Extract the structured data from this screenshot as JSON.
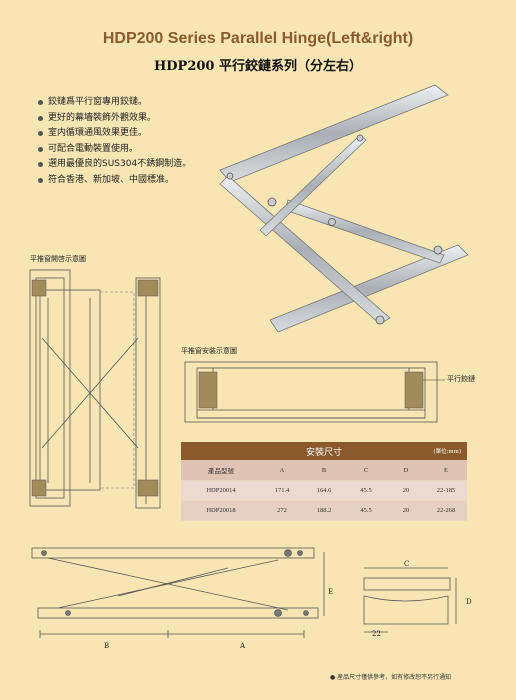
{
  "title": {
    "en": "HDP200 Series Parallel Hinge(Left&right)",
    "zh": "HDP200 平行鉸鏈系列（分左右）"
  },
  "features": [
    "鉸鏈爲平行窗專用鉸鏈。",
    "更好的幕墻裝飾外觀效果。",
    "室内循環通風效果更佳。",
    "可配合電動裝置使用。",
    "選用最優良的SUS304不銹鋼制造。",
    "符合香港、新加坡、中國標准。"
  ],
  "diagram_labels": {
    "open_diagram": "平推窗開啓示意圖",
    "install_diagram": "平推窗安裝示意圖",
    "hinge_callout": "平行鉸鏈"
  },
  "spec": {
    "title": "安裝尺寸",
    "unit": "(單位:mm)",
    "columns": [
      "產品型號",
      "A",
      "B",
      "C",
      "D",
      "E"
    ],
    "rows": [
      [
        "HDP20014",
        "171.4",
        "164.6",
        "45.5",
        "20",
        "22-185"
      ],
      [
        "HDP20018",
        "272",
        "188.2",
        "45.5",
        "20",
        "22-268"
      ]
    ]
  },
  "dimension_labels": {
    "a": "A",
    "b": "B",
    "c": "C",
    "d": "D",
    "e": "E",
    "twentytwo": "22"
  },
  "note": "● 産品尺寸僅供參考，如有修改恕不另行通知"
}
